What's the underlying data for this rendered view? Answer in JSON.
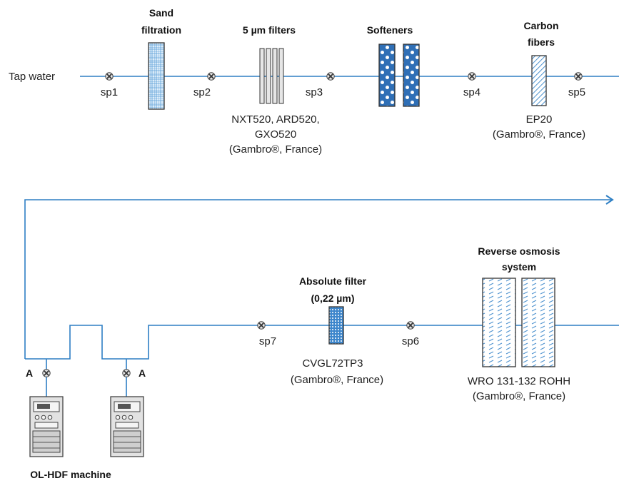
{
  "source_label": "Tap water",
  "stages": {
    "sand": {
      "title_line1": "Sand",
      "title_line2": "filtration"
    },
    "five_um": {
      "title": "5 µm filters",
      "models": "NXT520, ARD520,",
      "models2": "GXO520",
      "maker": "(Gambro®, France)"
    },
    "softeners": {
      "title": "Softeners"
    },
    "carbon": {
      "title_line1": "Carbon",
      "title_line2": "fibers",
      "model": "EP20",
      "maker": "(Gambro®, France)"
    },
    "absolute": {
      "title_line1": "Absolute filter",
      "title_line2": "(0,22 µm)",
      "model": "CVGL72TP3",
      "maker": "(Gambro®, France)"
    },
    "ro": {
      "title_line1": "Reverse osmosis",
      "title_line2": "system",
      "model": "WRO 131-132 ROHH",
      "maker": "(Gambro®, France)"
    }
  },
  "sampling_points": [
    "sp1",
    "sp2",
    "sp3",
    "sp4",
    "sp5",
    "sp6",
    "sp7"
  ],
  "machine_valve_label": "A",
  "machine_label": "OL-HDF machine",
  "colors": {
    "pipe": "#2e7fc4",
    "filter": "#2e7fc4"
  }
}
